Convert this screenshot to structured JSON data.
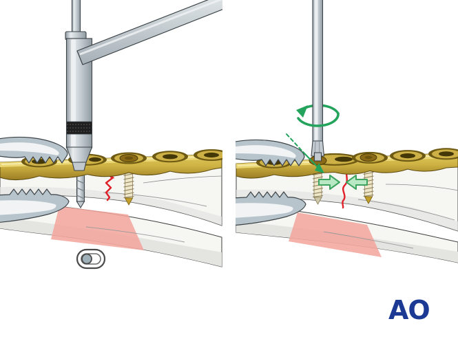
{
  "figure": {
    "description": "plate-fixation-compression-technique-illustration",
    "panels": [
      {
        "id": "left",
        "elements": [
          "bone-clamp",
          "compression-plate",
          "drill-guide",
          "drill-bit",
          "cortex-screw-seated",
          "fracture-line",
          "eccentric-drill-hole-icon",
          "bone-with-soft-tissue-band"
        ]
      },
      {
        "id": "right",
        "elements": [
          "bone-clamp",
          "compression-plate",
          "screwdriver",
          "rotation-arrow-icon",
          "cortex-screw-inserting",
          "cortex-screw-seated",
          "fracture-line",
          "compression-arrows-icon",
          "insertion-angle-arrow-icon",
          "bone-with-soft-tissue-band"
        ]
      }
    ]
  },
  "logo": {
    "text": "AO"
  },
  "colors": {
    "background": "#ffffff",
    "bone": "#f6f6f3",
    "bone_shade": "#e4e4e1",
    "bone_outline": "#3f3f3f",
    "plate_gold": "#d2b84c",
    "plate_gold_dark": "#a5882a",
    "plate_gold_light": "#ecd977",
    "plate_outline": "#5f4d10",
    "hole_dark": "#6e5a12",
    "hole_ring": "#cdb146",
    "hole_slot": "#443708",
    "screw_head": "#8a6a16",
    "screw_shaft": "#efe7c9",
    "screw_thread": "#8a7c55",
    "screw_tip_gold": "#c3a02c",
    "metal_light": "#eef1f3",
    "metal_mid": "#c2cad0",
    "metal_dark": "#97a2a9",
    "metal_outline": "#3c4347",
    "clamp_body": "#b7c4cc",
    "knurl_black": "#1f1f1f",
    "fracture_red": "#e0202a",
    "soft_tissue_pink": "#f2a49b",
    "annotation_green": "#23a35c",
    "arrow_fill": "#b9e8c4",
    "arrow_stroke": "#3da35e",
    "ao_blue": "#1c3a94",
    "icon_gray": "#9fb0b8"
  }
}
